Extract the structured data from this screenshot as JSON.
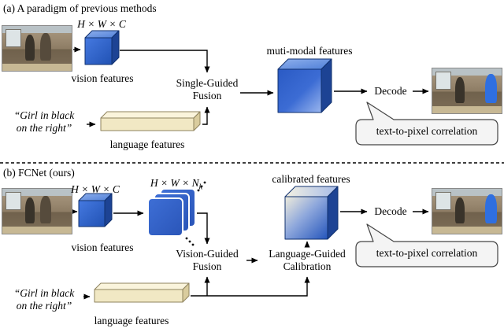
{
  "figure": {
    "panel_a": {
      "title": "(a) A paradigm of previous methods",
      "vision_dims": "H × W × C",
      "vision_features_label": "vision features",
      "fusion": {
        "line1": "Single-Guided",
        "line2": "Fusion"
      },
      "query": {
        "line1": "“Girl in black",
        "line2": "on the right”"
      },
      "language_features_label": "language features",
      "multimodal_features_label": "muti-modal features",
      "decode_label": "Decode",
      "correlation_label": "text-to-pixel correlation"
    },
    "panel_b": {
      "title": "(b) FCNet (ours)",
      "vision_dims": "H × W × C",
      "kernel_dims": {
        "base": "H × W × N",
        "sub": "k"
      },
      "vision_features_label": "vision features",
      "fusion": {
        "line1": "Vision-Guided",
        "line2": "Fusion"
      },
      "calibration": {
        "line1": "Language-Guided",
        "line2": "Calibration"
      },
      "calibrated_features_label": "calibrated features",
      "query": {
        "line1": "“Girl in black",
        "line2": "on the right”"
      },
      "language_features_label": "language features",
      "decode_label": "Decode",
      "correlation_label": "text-to-pixel correlation"
    },
    "colors": {
      "feature_blue": "#2f63c8",
      "language_tan": "#f1e8c4",
      "bubble_gray": "#f4f4f4"
    }
  }
}
